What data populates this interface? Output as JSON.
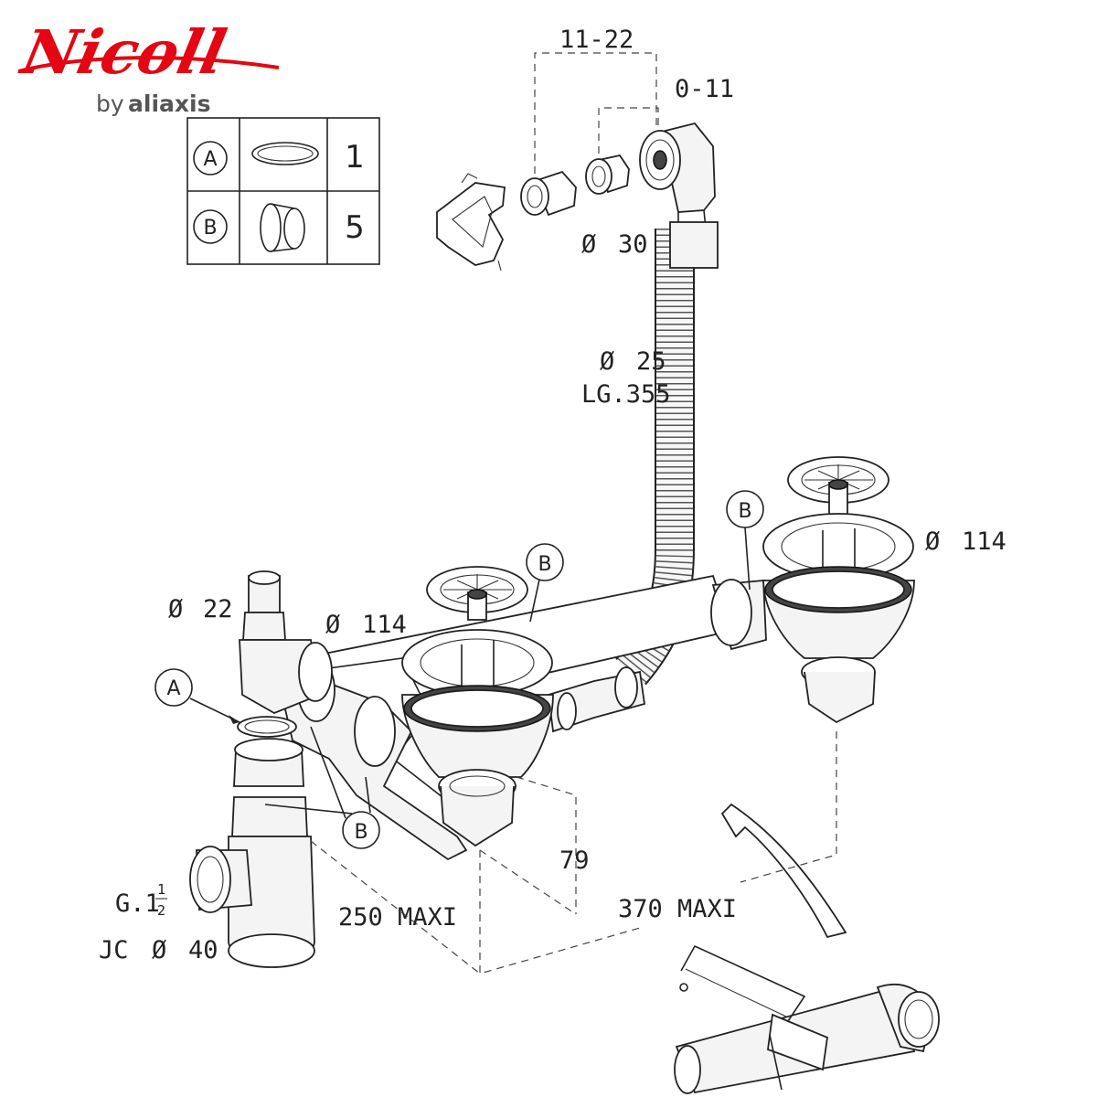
{
  "brand": {
    "logo": "Nicoll",
    "sub_by": "by",
    "sub_name": "aliaxis",
    "logo_color": "#e30613",
    "sub_color": "#555555"
  },
  "legend": {
    "rows": [
      {
        "letter": "A",
        "part": "flat-washer-icon",
        "qty": "1"
      },
      {
        "letter": "B",
        "part": "ring-seal-icon",
        "qty": "5"
      }
    ]
  },
  "dimensions": {
    "overflow_range_1": "11-22",
    "overflow_range_2": "0-11",
    "overflow_dia": "30",
    "hose_dia": "25",
    "hose_length": "LG.355",
    "strainer_dia_right": "114",
    "strainer_dia_left": "114",
    "inlet_dia": "22",
    "height": "79",
    "width_left": "250 MAXI",
    "width_right": "370 MAXI",
    "thread": "G.1",
    "thread_num": "1",
    "thread_den": "2",
    "outlet_prefix": "JC",
    "outlet_dia": "40"
  },
  "callouts": [
    "A",
    "B",
    "B",
    "B"
  ],
  "diameter_symbol": "Ø"
}
